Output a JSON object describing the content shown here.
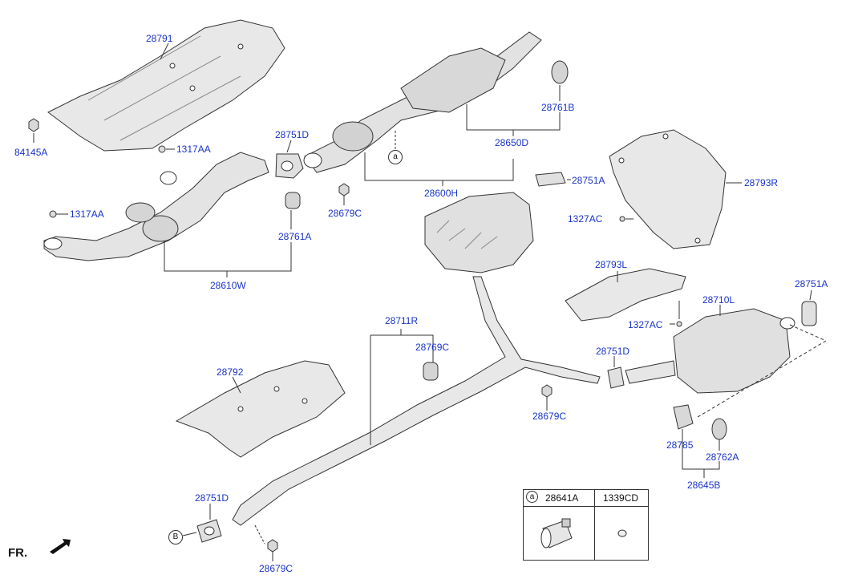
{
  "diagram": {
    "orientation_label": "FR.",
    "callout_a": "a",
    "callout_b": "B",
    "parts": {
      "p28791": "28791",
      "p84145A": "84145A",
      "p1317AA_top": "1317AA",
      "p1317AA_left": "1317AA",
      "p28610W": "28610W",
      "p28751D_top": "28751D",
      "p28761A": "28761A",
      "p28679C_top": "28679C",
      "p28600H": "28600H",
      "p28650D": "28650D",
      "p28761B": "28761B",
      "p28751A_mid": "28751A",
      "p1327AC_top": "1327AC",
      "p28793R": "28793R",
      "p28793L": "28793L",
      "p1327AC_mid": "1327AC",
      "p28751A_right": "28751A",
      "p28710L": "28710L",
      "p28711R": "28711R",
      "p28769C": "28769C",
      "p28751D_mid": "28751D",
      "p28679C_mid": "28679C",
      "p28792": "28792",
      "p28785": "28785",
      "p28762A": "28762A",
      "p28645B": "28645B",
      "p28751D_bottom": "28751D",
      "p28679C_bottom": "28679C"
    },
    "legend": {
      "callout": "a",
      "col1": "28641A",
      "col2": "1339CD"
    }
  }
}
